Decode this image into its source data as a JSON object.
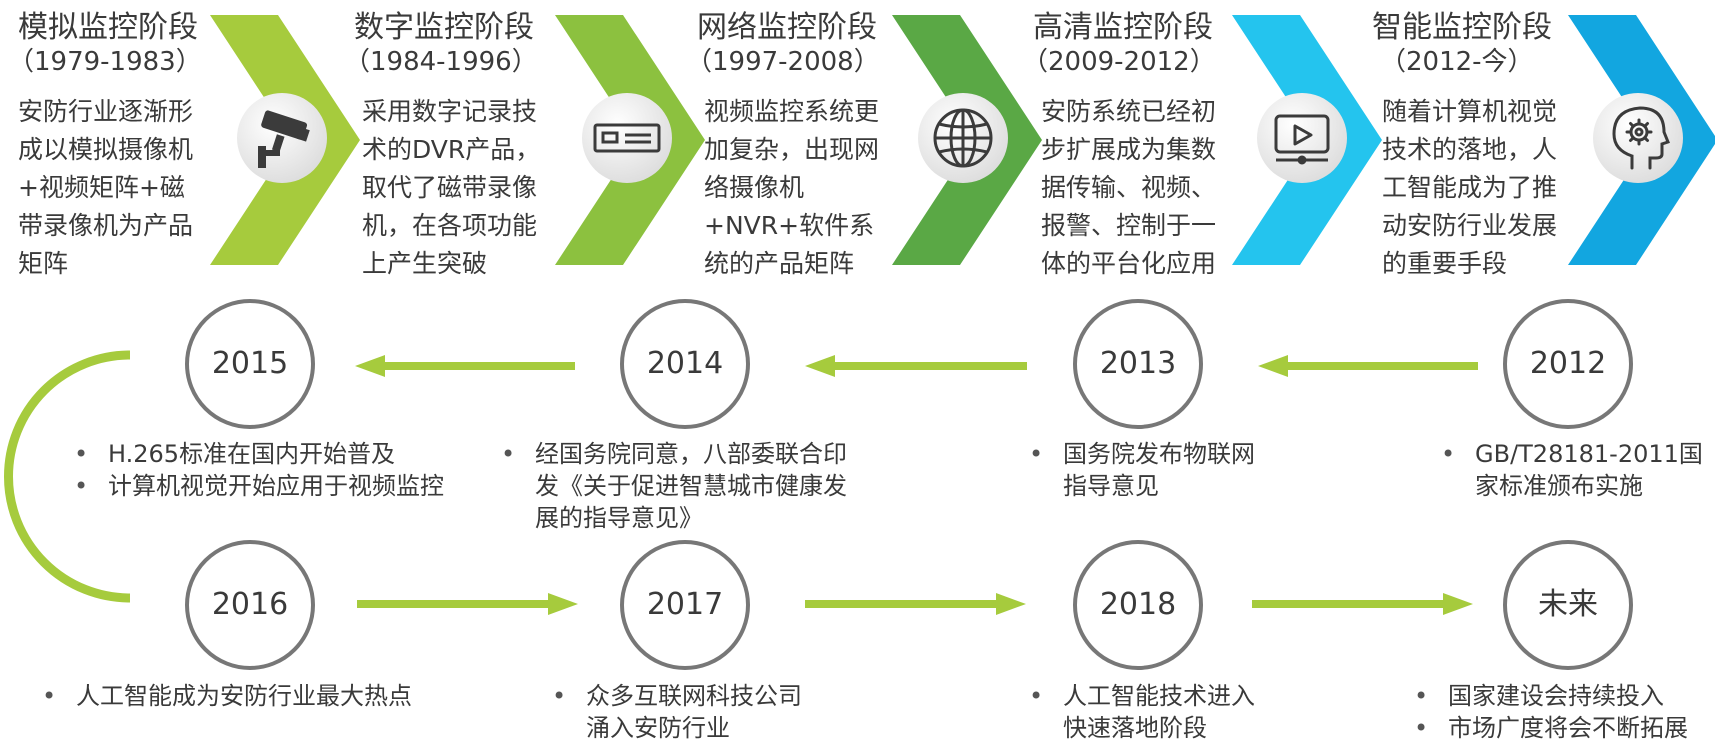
{
  "colors": {
    "chevrons": [
      "#a6cb3d",
      "#8cc13f",
      "#5aa845",
      "#24c4ee",
      "#12a6e0"
    ],
    "arrow": "#a6cb3d",
    "circle_stroke": "#777777"
  },
  "stages": [
    {
      "title": "模拟监控阶段",
      "period": "（1979-1983）",
      "desc": "安防行业逐渐形成以模拟摄像机+视频矩阵+磁带录像机为产品矩阵",
      "icon": "cctv-camera-icon"
    },
    {
      "title": "数字监控阶段",
      "period": "（1984-1996）",
      "desc": "采用数字记录技术的DVR产品，取代了磁带录像机，在各项功能上产生突破",
      "icon": "dvr-recorder-icon"
    },
    {
      "title": "网络监控阶段",
      "period": "（1997-2008）",
      "desc": "视频监控系统更加复杂，出现网络摄像机+NVR+软件系统的产品矩阵",
      "icon": "globe-icon"
    },
    {
      "title": "高清监控阶段",
      "period": "（2009-2012）",
      "desc": "安防系统已经初步扩展成为集数据传输、视频、报警、控制于一体的平台化应用",
      "icon": "video-monitor-icon"
    },
    {
      "title": "智能监控阶段",
      "period": "（2012-今）",
      "desc": "随着计算机视觉技术的落地，人工智能成为了推动安防行业发展的重要手段",
      "icon": "ai-head-gear-icon"
    }
  ],
  "timeline_row1": [
    {
      "year": "2015",
      "bullets": [
        "H.265标准在国内开始普及",
        "计算机视觉开始应用于视频监控"
      ]
    },
    {
      "year": "2014",
      "bullets": [
        "经国务院同意，八部委联合印发《关于促进智慧城市健康发展的指导意见》"
      ]
    },
    {
      "year": "2013",
      "bullets": [
        "国务院发布物联网指导意见"
      ]
    },
    {
      "year": "2012",
      "bullets": [
        "GB/T28181-2011国家标准颁布实施"
      ]
    }
  ],
  "timeline_row2": [
    {
      "year": "2016",
      "bullets": [
        "人工智能成为安防行业最大热点"
      ]
    },
    {
      "year": "2017",
      "bullets": [
        "众多互联网科技公司涌入安防行业"
      ]
    },
    {
      "year": "2018",
      "bullets": [
        "人工智能技术进入快速落地阶段"
      ]
    },
    {
      "year": "未来",
      "bullets": [
        "国家建设会持续投入",
        "市场广度将会不断拓展"
      ]
    }
  ]
}
